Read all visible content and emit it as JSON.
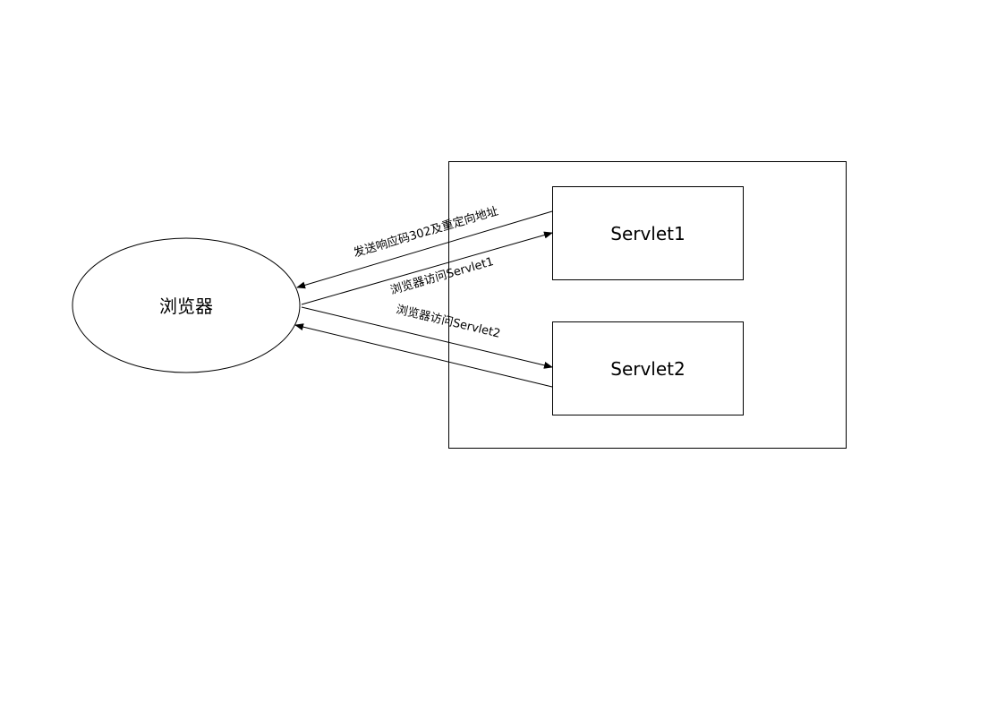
{
  "diagram": {
    "nodes": {
      "browser": {
        "label": "浏览器"
      },
      "container": {
        "label": ""
      },
      "servlet1": {
        "label": "Servlet1"
      },
      "servlet2": {
        "label": "Servlet2"
      }
    },
    "edges": {
      "redirect_response": {
        "label": "发送响应码302及重定向地址",
        "from": "servlet1",
        "to": "browser"
      },
      "access_servlet1": {
        "label": "浏览器访问Servlet1",
        "from": "browser",
        "to": "servlet1"
      },
      "access_servlet2": {
        "label": "浏览器访问Servlet2",
        "from": "browser",
        "to": "servlet2"
      },
      "servlet2_response": {
        "label": "",
        "from": "servlet2",
        "to": "browser"
      }
    },
    "colors": {
      "stroke": "#000000",
      "fill": "#ffffff",
      "background": "#ffffff"
    }
  }
}
